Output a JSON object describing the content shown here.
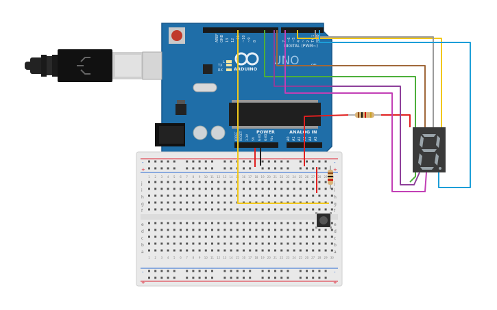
{
  "board": {
    "logo_text": "ARDUINO",
    "model": "UNO",
    "header_digital": "DIGITAL (PWM~)",
    "label_l": "L",
    "label_tx": "TX",
    "label_rx": "RX",
    "label_on": "ON",
    "label_power": "POWER",
    "label_analog": "ANALOG IN",
    "pin_labels_top": [
      "AREF",
      "GND",
      "13",
      "12",
      "~11",
      "~10",
      "~9",
      "8",
      "7",
      "~6",
      "~5",
      "4",
      "~3",
      "2",
      "TX 1",
      "RX 0"
    ],
    "pin_labels_power": [
      "IOREF",
      "RESET",
      "3.3V",
      "5V",
      "GND",
      "GND",
      "Vin"
    ],
    "pin_labels_analog": [
      "A0",
      "A1",
      "A2",
      "A3",
      "A4",
      "A5"
    ]
  },
  "breadboard": {
    "row_letters_top": [
      "j",
      "i",
      "h",
      "g",
      "f"
    ],
    "row_letters_bottom": [
      "e",
      "d",
      "c",
      "b",
      "a"
    ],
    "rail_plus": "+",
    "rail_minus": "-",
    "column_numbers": [
      "1",
      "2",
      "3",
      "4",
      "5",
      "6",
      "7",
      "8",
      "9",
      "10",
      "11",
      "12",
      "13",
      "14",
      "15",
      "16",
      "17",
      "18",
      "19",
      "20",
      "21",
      "22",
      "23",
      "24",
      "25",
      "26",
      "27",
      "28",
      "29",
      "30"
    ]
  },
  "colors": {
    "board": "#1f6ea8",
    "board_dark": "#17578a",
    "wire_yellow": "#f2c81a",
    "wire_gray": "#9a9a9a",
    "wire_blue": "#1c9ed8",
    "wire_brown": "#a0683a",
    "wire_green": "#4caf3a",
    "wire_purple": "#8d3f9a",
    "wire_magenta": "#c23fb5",
    "wire_red": "#e01f1f",
    "wire_black": "#222222",
    "display": "#3a3a3a",
    "segment": "#9aa4aa"
  },
  "icons": {
    "usb": "usb-cable-icon",
    "power_jack": "power-jack-icon",
    "seven_segment": "seven-segment-display-icon",
    "pushbutton": "pushbutton-icon",
    "resistor": "resistor-icon"
  }
}
